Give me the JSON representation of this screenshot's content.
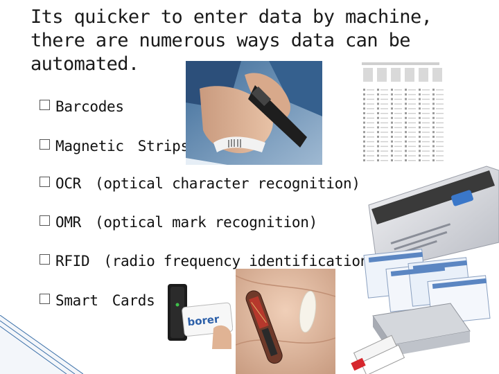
{
  "title": {
    "lines": [
      "Its quicker to enter data by machine,",
      "there are numerous ways data can be",
      "automated."
    ]
  },
  "bullets": [
    {
      "term": "Barcodes",
      "detail": ""
    },
    {
      "term": "Magnetic",
      "detail": "Strips"
    },
    {
      "term": "OCR",
      "detail": "(optical character recognition)"
    },
    {
      "term": "OMR",
      "detail": "(optical mark recognition)"
    },
    {
      "term": "RFID",
      "detail": "(radio frequency identification)"
    },
    {
      "term": "Smart",
      "detail": "Cards"
    }
  ],
  "images": {
    "card_reader_logo": "borer",
    "bullet_icon": "checkbox-square-icon"
  },
  "colors": {
    "title": "#1a1a1a",
    "text": "#111111",
    "corner_stripe": "#3a6fa8"
  }
}
